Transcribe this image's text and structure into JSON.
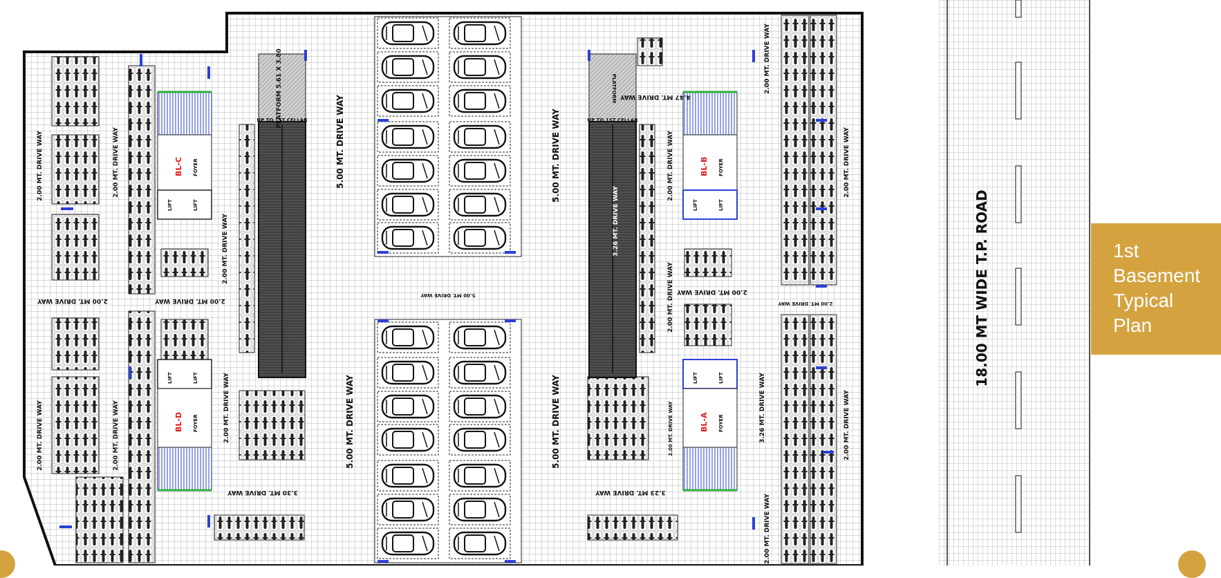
{
  "plan_title": "1st\nBasement\nTypical\nPlan",
  "road_label": "18.00 MT WIDE T.P. ROAD",
  "colors": {
    "accent": "#d4a340",
    "stair_blue": "#2a40d8",
    "ramp_dark": "#3a3a3a",
    "block_red": "#e01b1b",
    "green_edge": "#2fae3a"
  },
  "labels": {
    "platform_left": "PLATFORM 5.61 X 3.80",
    "up_to_cellar": "UP TO 1ST CELLAR",
    "platform_right": "PLATFORM",
    "dw_4_47": "4.47 MT. DRIVE WAY",
    "dw_5_00": "5.00 MT. DRIVE WAY",
    "dw_2_00": "2.00 MT. DRIVE WAY",
    "dw_3_26": "3.26 MT. DRIVE WAY",
    "dw_3_30": "3.30 MT. DRIVE WAY",
    "dw_3_23": "3.23 MT. DRIVE WAY",
    "center_dw": "5.00 MT. DRIVE WAY",
    "lift": "LIFT",
    "foyer": "FOYER",
    "bl_a": "BL-A",
    "bl_b": "BL-B",
    "bl_c": "BL-C",
    "bl_d": "BL-D"
  }
}
